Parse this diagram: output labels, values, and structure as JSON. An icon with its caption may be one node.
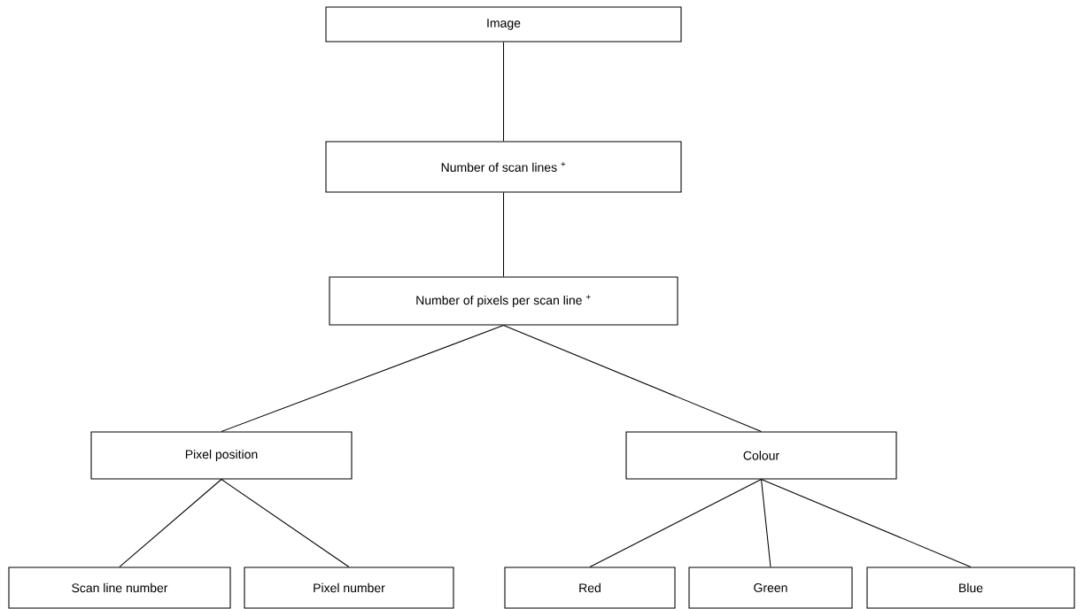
{
  "diagram": {
    "nodes": [
      {
        "text": [
          "Image"
        ]
      },
      {
        "text": [
          "Number of scan lines $^{+}$"
        ]
      },
      {
        "text": [
          "Number of pixels per scan line $^{+}$"
        ]
      },
      {
        "text": [
          "Pixel position"
        ]
      },
      {
        "text": [
          "Colour"
        ]
      },
      {
        "text": [
          "Scan line number"
        ]
      },
      {
        "text": [
          "Pixel number"
        ]
      },
      {
        "text": [
          "Red"
        ]
      },
      {
        "text": [
          "Green"
        ]
      },
      {
        "text": [
          "Blue"
        ]
      }
    ],
    "edges": [
      {
        "from": 0,
        "to": 1,
        "arrow": "none"
      },
      {
        "from": 1,
        "to": 2,
        "arrow": "none"
      },
      {
        "from": 2,
        "to": 3,
        "arrow": "none"
      },
      {
        "from": 2,
        "to": 4,
        "arrow": "none"
      },
      {
        "from": 3,
        "to": 5,
        "arrow": "none"
      },
      {
        "from": 3,
        "to": 6,
        "arrow": "none"
      },
      {
        "from": 4,
        "to": 7,
        "arrow": "none"
      },
      {
        "from": 4,
        "to": 8,
        "arrow": "none"
      },
      {
        "from": 4,
        "to": 9,
        "arrow": "none"
      }
    ]
  }
}
